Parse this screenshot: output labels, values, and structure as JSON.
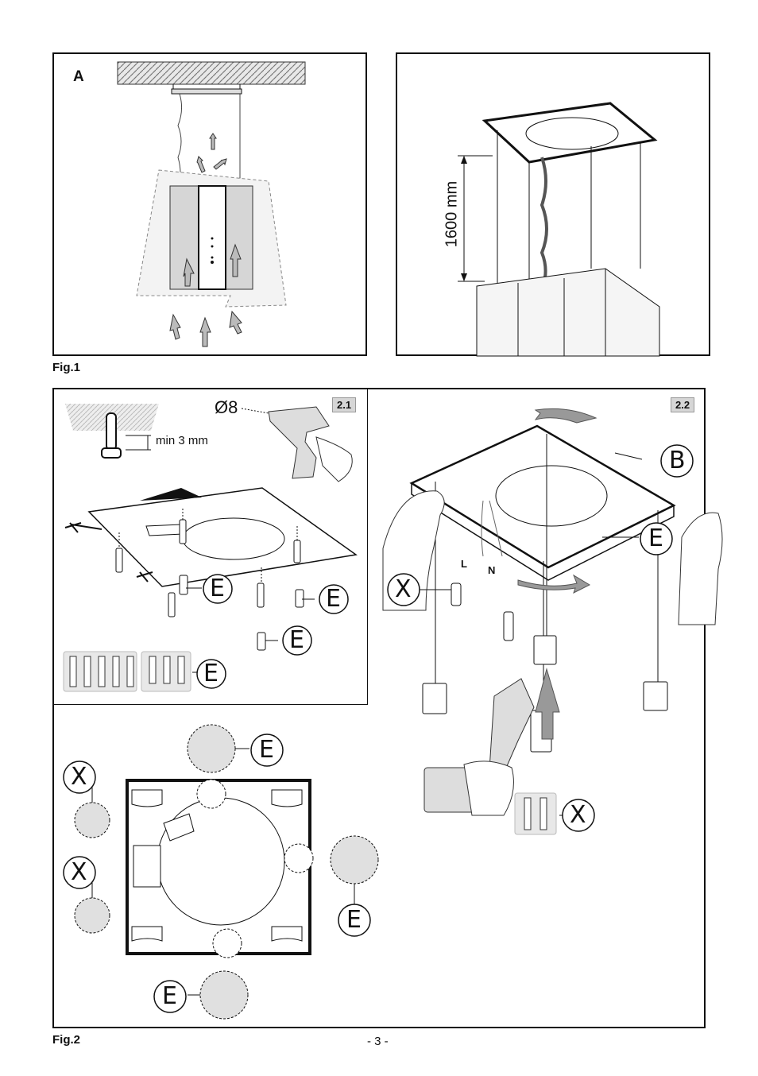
{
  "fig1": {
    "label": "Fig.1",
    "panel_a_letter": "A",
    "height_dimension": "1600 mm"
  },
  "fig2": {
    "label": "Fig.2",
    "step_21": "2.1",
    "step_22": "2.2",
    "drill_diameter": "Ø8",
    "min_depth": "min 3 mm",
    "callout_e": "E",
    "callout_b": "B",
    "callout_x": "X",
    "wire_l": "L",
    "wire_n": "N"
  },
  "footer": {
    "page_number": "- 3 -"
  },
  "colors": {
    "ink": "#111111",
    "gray_fill": "#d6d6d6",
    "light_gray": "#ececec"
  }
}
